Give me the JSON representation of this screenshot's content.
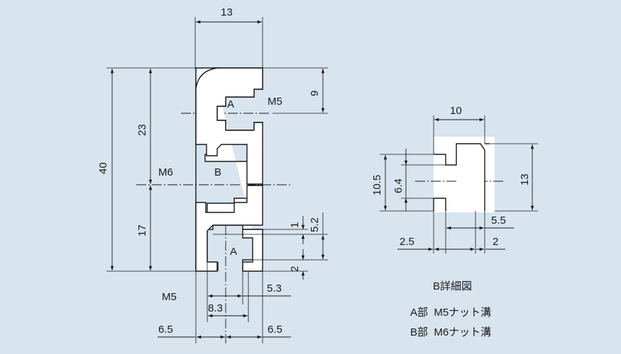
{
  "dims": {
    "top_width": "13",
    "h_total": "40",
    "h_upper": "23",
    "h_lower": "17",
    "h_top_slot": "9",
    "dim_1": "1",
    "dim_5_2": "5.2",
    "dim_2": "2",
    "dim_5_3": "5.3",
    "dim_8_3": "8.3",
    "left_6_5": "6.5",
    "right_6_5": "6.5"
  },
  "labels": {
    "m5_upper": "M5",
    "m5_lower": "M5",
    "m6": "M6",
    "a_upper": "A",
    "a_lower": "A",
    "b": "B"
  },
  "detail": {
    "w_10": "10",
    "h_10_5": "10.5",
    "h_6_4": "6.4",
    "h_13": "13",
    "dim_5_5": "5.5",
    "dim_2_5": "2.5",
    "dim_2": "2",
    "caption": "B詳細図"
  },
  "legend": {
    "line1": "A部  M5ナット溝",
    "line2": "B部  M6ナット溝"
  }
}
